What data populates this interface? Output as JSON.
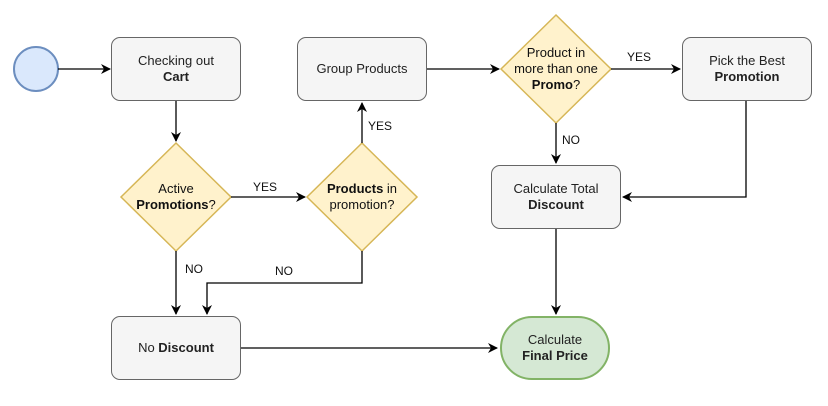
{
  "nodes": {
    "checkout": {
      "line1": "Checking out",
      "line2": "Cart"
    },
    "group": {
      "line1": "Group Products"
    },
    "pick": {
      "line1": "Pick the Best",
      "line2": "Promotion"
    },
    "active": {
      "line1": "Active",
      "line2_bold": "Promotions",
      "line2_rest": "?"
    },
    "products": {
      "line1_bold": "Products",
      "line1_rest": " in",
      "line2": "promotion?"
    },
    "multi": {
      "line1": "Product in",
      "line2": "more than one",
      "line3_bold": "Promo",
      "line3_rest": "?"
    },
    "total": {
      "line1": "Calculate Total",
      "line2": "Discount"
    },
    "nodiscount": {
      "line1_plain": "No ",
      "line1_bold": "Discount"
    },
    "final": {
      "line1": "Calculate",
      "line2": "Final Price"
    }
  },
  "edge_labels": {
    "yes_active": "YES",
    "yes_products": "YES",
    "no_active": "NO",
    "no_products": "NO",
    "yes_multi": "YES",
    "no_multi": "NO"
  },
  "colors": {
    "start_fill": "#dae8fc",
    "start_stroke": "#6c8ebf",
    "decision_fill": "#fff2cc",
    "decision_stroke": "#d6b656",
    "process_fill": "#f5f5f5",
    "process_stroke": "#666666",
    "terminal_fill": "#d5e8d4",
    "terminal_stroke": "#82b366"
  }
}
